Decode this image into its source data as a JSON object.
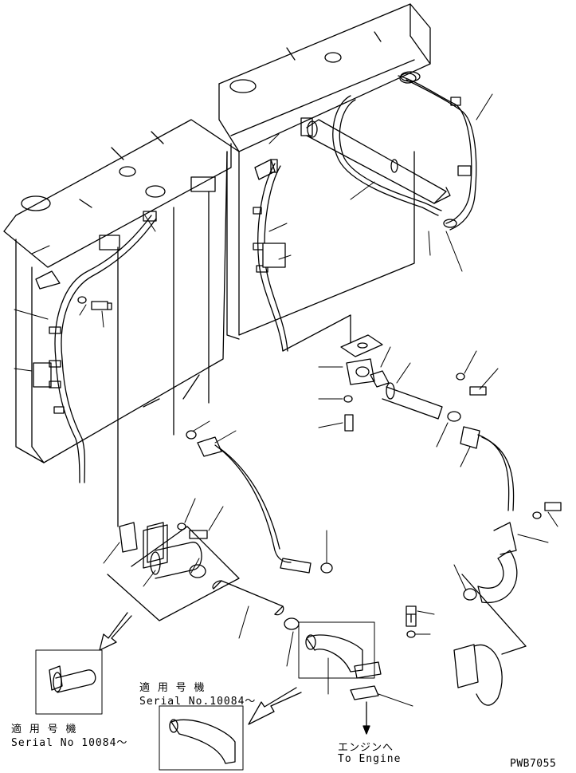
{
  "labels": {
    "applicable_jp_1": "適 用 号 機",
    "serial_1": "Serial No 10084～",
    "applicable_jp_2": "適 用 号 機",
    "serial_2": "Serial No.10084～",
    "to_engine_jp": "エンジンへ",
    "to_engine_en": "To Engine",
    "drawing_code": "PWB7055"
  }
}
